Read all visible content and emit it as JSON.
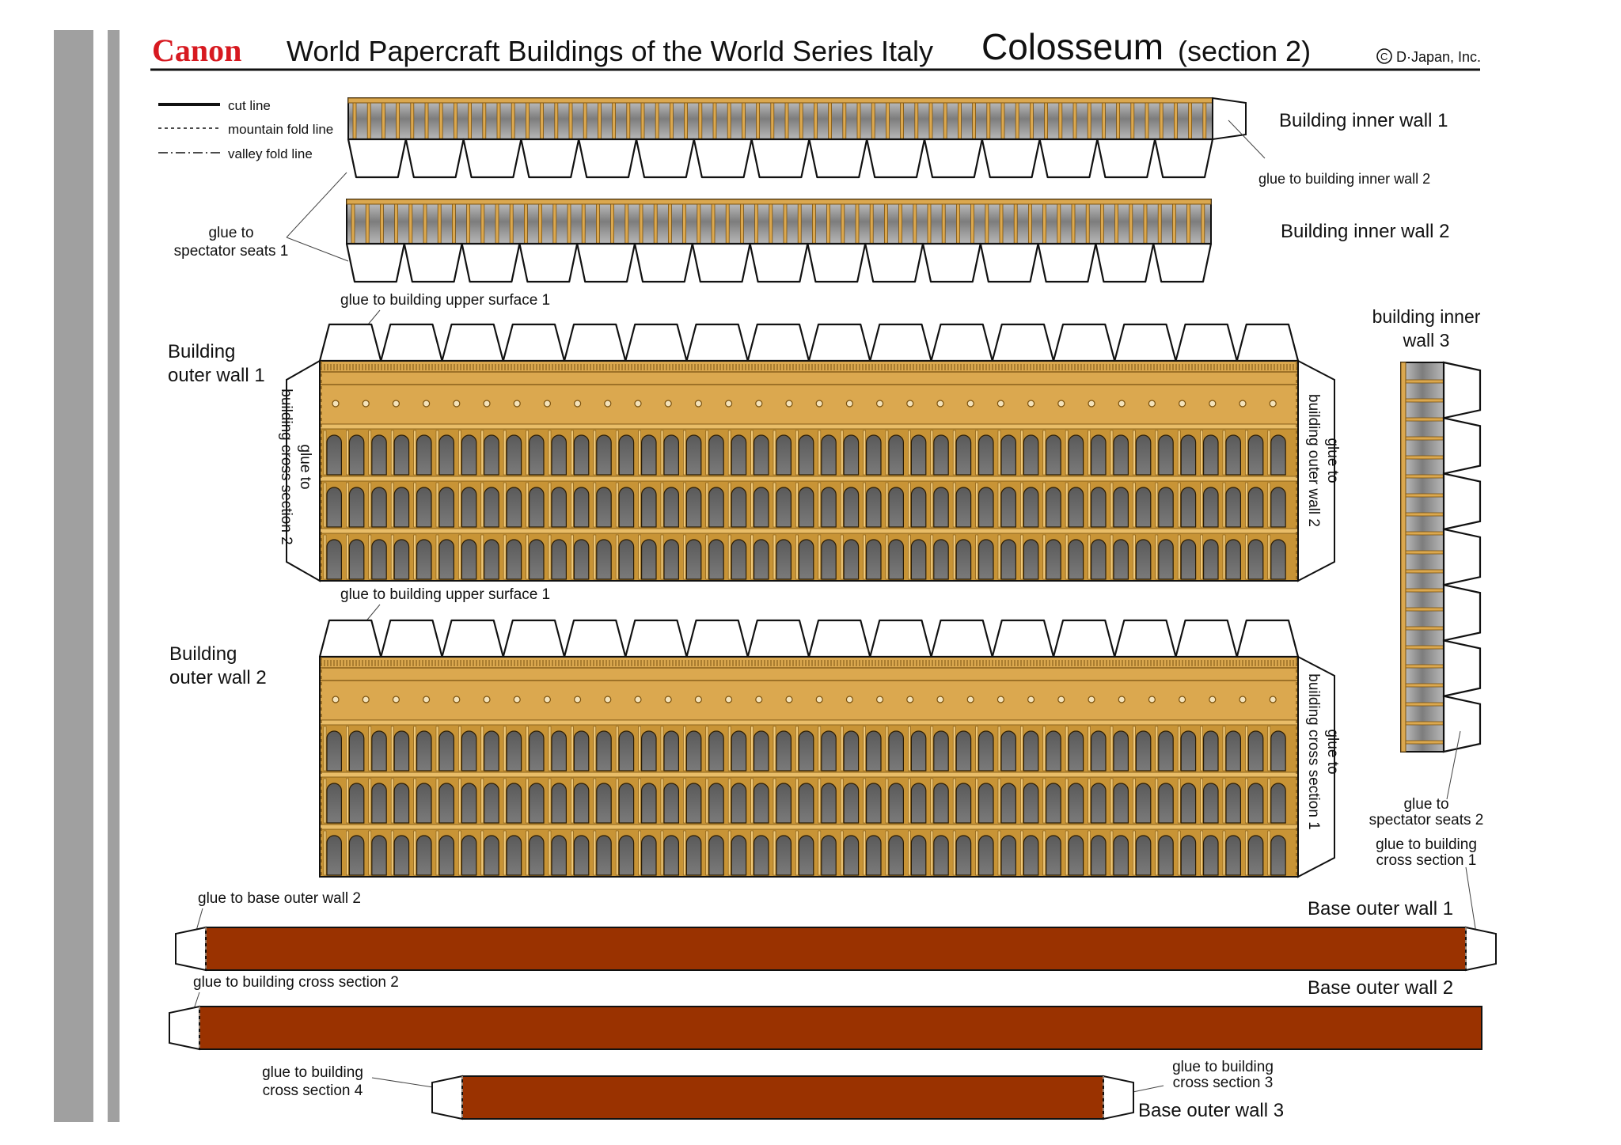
{
  "header": {
    "brand": "Canon",
    "series": "World Papercraft  Buildings of the World Series  Italy",
    "model": "Colosseum",
    "section": "(section 2)",
    "copyright": "D·Japan, Inc."
  },
  "legend": {
    "cut": "cut line",
    "mountain": "mountain fold line",
    "valley": "valley fold line"
  },
  "parts": {
    "inner_wall_1": {
      "title": "Building inner wall 1",
      "note_right": "glue to building inner wall 2"
    },
    "inner_wall_2": {
      "title": "Building inner wall 2"
    },
    "spectator_note": "glue to\nspectator seats 1",
    "outer_wall_1": {
      "title": "Building\nouter wall 1",
      "top_note": "glue to building upper surface 1",
      "left_note": "glue to\nbuilding cross section 2",
      "right_note": "glue to\nbuilding outer wall 2"
    },
    "outer_wall_2": {
      "title": "Building\nouter wall 2",
      "top_note": "glue to building upper surface 1",
      "right_note": "glue to\nbuilding cross section 1"
    },
    "inner_wall_3": {
      "title": "building inner\nwall 3",
      "note_seats": "glue to\nspectator seats 2",
      "note_cross": "glue to building\ncross section 1"
    },
    "base_outer_wall_1": {
      "title": "Base outer wall 1",
      "note_left": "glue to base outer wall 2"
    },
    "base_outer_wall_2": {
      "title": "Base outer wall 2",
      "note_left": "glue to building cross section 2"
    },
    "base_outer_wall_3": {
      "title": "Base outer wall 3",
      "note_left": "glue to building\ncross section 4",
      "note_right": "glue to building\ncross section 3"
    }
  },
  "colors": {
    "gold": "#dba84f",
    "gold_dark": "#7a5210",
    "arch_gray": "#6b6b6b",
    "inner_gray": "#8a8a8a",
    "base_brown": "#9a3200",
    "side_bar": "#a0a0a0",
    "brand_red": "#d71920"
  }
}
